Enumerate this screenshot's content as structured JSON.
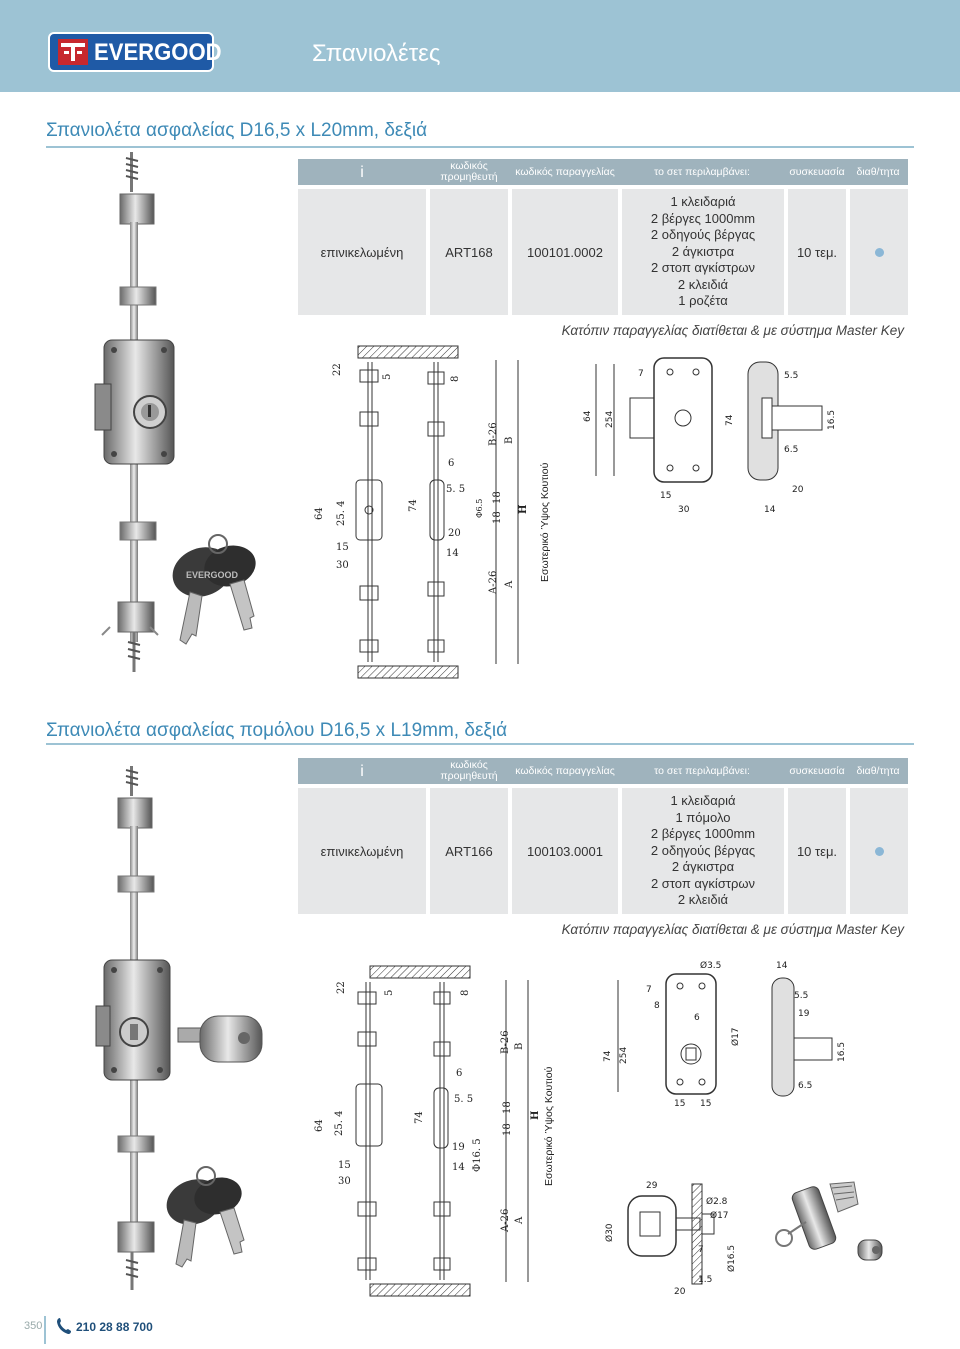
{
  "header": {
    "logo_text": "EVERGOOD",
    "page_title": "Σπανιολέτες",
    "accent": "#9dc3d4",
    "brand": "#1f5aa6"
  },
  "table_header": {
    "info_icon": "i",
    "supplier_code": "κωδικός προμηθευτή",
    "order_code": "κωδικός παραγγελίας",
    "set_includes": "το σετ περιλαμβάνει:",
    "packaging": "συσκευασία",
    "availability": "διαθ/τητα"
  },
  "products": [
    {
      "title": "Σπανιολέτα ασφαλείας D16,5 x L20mm, δεξιά",
      "finish": "επινικελωμένη",
      "supplier_code": "ART168",
      "order_code": "100101.0002",
      "set_items": [
        "1 κλειδαριά",
        "2 βέργες 1000mm",
        "2 οδηγούς βέργας",
        "2 άγκιστρα",
        "2 στοπ αγκίστρων",
        "2 κλειδιά",
        "1 ροζέτα"
      ],
      "packaging": "10 τεμ.",
      "availability_color": "#8bb7d6",
      "note": "Κατόπιν παραγγελίας διατίθεται & με σύστημα Master Key",
      "key_logo": "EVERGOOD",
      "drawing_labels": {
        "side": [
          "22",
          "5",
          "8",
          "6",
          "5. 5",
          "64",
          "25. 4",
          "15",
          "30",
          "74",
          "20",
          "14",
          "18",
          "18",
          "Φ6.5",
          "B-26",
          "B",
          "H",
          "A-26",
          "A"
        ],
        "vertical_caption": "Εσωτερικό Ύψος Κουτιού",
        "front": [
          "7",
          "5.5",
          "64",
          "254",
          "74",
          "16.5",
          "6.5",
          "15",
          "30",
          "14",
          "20"
        ]
      }
    },
    {
      "title": "Σπανιολέτα ασφαλείας πομόλου D16,5 x L19mm, δεξιά",
      "finish": "επινικελωμένη",
      "supplier_code": "ART166",
      "order_code": "100103.0001",
      "set_items": [
        "1 κλειδαριά",
        "1 πόμολο",
        "2 βέργες 1000mm",
        "2 οδηγούς βέργας",
        "2 άγκιστρα",
        "2 στοπ αγκίστρων",
        "2 κλειδιά"
      ],
      "packaging": "10 τεμ.",
      "availability_color": "#8bb7d6",
      "note": "Κατόπιν παραγγελίας διατίθεται & με σύστημα Master Key",
      "drawing_labels": {
        "side": [
          "22",
          "5",
          "8",
          "6",
          "5. 5",
          "64",
          "25. 4",
          "15",
          "30",
          "74",
          "19",
          "14",
          "Φ16. 5",
          "18",
          "18",
          "B-26",
          "B",
          "H",
          "A-26",
          "A"
        ],
        "vertical_caption": "Εσωτερικό Ύψος Κουτιού",
        "front": [
          "Ø3.5",
          "14",
          "8",
          "7",
          "6",
          "5.5",
          "19",
          "74",
          "254",
          "Ø17",
          "16.5",
          "6.5",
          "15",
          "15"
        ],
        "knob": [
          "29",
          "Ø2.8",
          "Ø17",
          "Ø30",
          "7",
          "Ø16.5",
          "1.5",
          "20"
        ]
      }
    }
  ],
  "footer": {
    "page_number": "350",
    "phone": "210 28 88 700"
  }
}
